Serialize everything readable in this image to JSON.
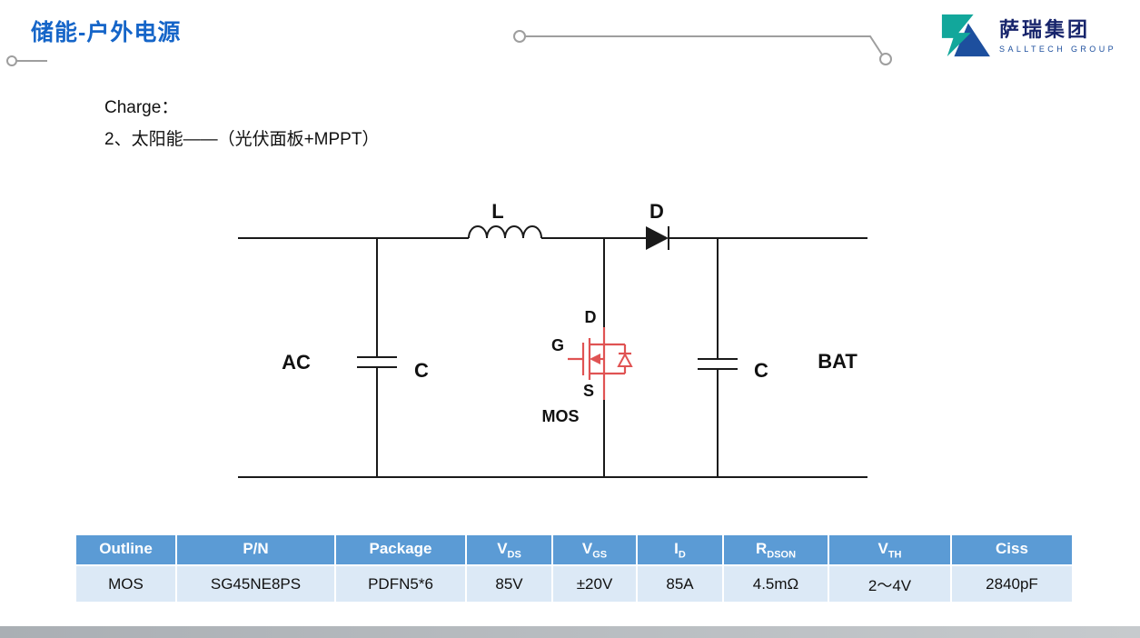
{
  "header": {
    "title": "储能-户外电源",
    "logo": {
      "name": "萨瑞集团",
      "subtitle": "SALLTECH GROUP"
    }
  },
  "body": {
    "charge_label": "Charge：",
    "solar_line": "2、太阳能——（光伏面板+MPPT）"
  },
  "circuit": {
    "labels": {
      "inductor": "L",
      "diode": "D",
      "ac_source": "AC",
      "cap_left": "C",
      "cap_right": "C",
      "battery": "BAT",
      "mos": "MOS",
      "gate": "G",
      "drain": "D",
      "source": "S"
    }
  },
  "table": {
    "headers": [
      {
        "main": "Outline",
        "sub": ""
      },
      {
        "main": "P/N",
        "sub": ""
      },
      {
        "main": "Package",
        "sub": ""
      },
      {
        "main": "V",
        "sub": "DS"
      },
      {
        "main": "V",
        "sub": "GS"
      },
      {
        "main": "I",
        "sub": "D"
      },
      {
        "main": "R",
        "sub": "DSON"
      },
      {
        "main": "V",
        "sub": "TH"
      },
      {
        "main": "Ciss",
        "sub": ""
      }
    ],
    "rows": [
      [
        "MOS",
        "SG45NE8PS",
        "PDFN5*6",
        "85V",
        "±20V",
        "85A",
        "4.5mΩ",
        "2～4V",
        "2840pF"
      ]
    ]
  },
  "colors": {
    "title_blue": "#1565c8",
    "logo_teal": "#12a79b",
    "logo_blue": "#1d4f9e",
    "logo_text": "#17246b",
    "table_header_bg": "#5b9bd5",
    "table_row_bg": "#dce9f6",
    "mosfet_red": "#e05353",
    "wire_black": "#1a1a1a",
    "deco_gray": "#9e9e9e",
    "footer_gray": "#c6cacd"
  }
}
